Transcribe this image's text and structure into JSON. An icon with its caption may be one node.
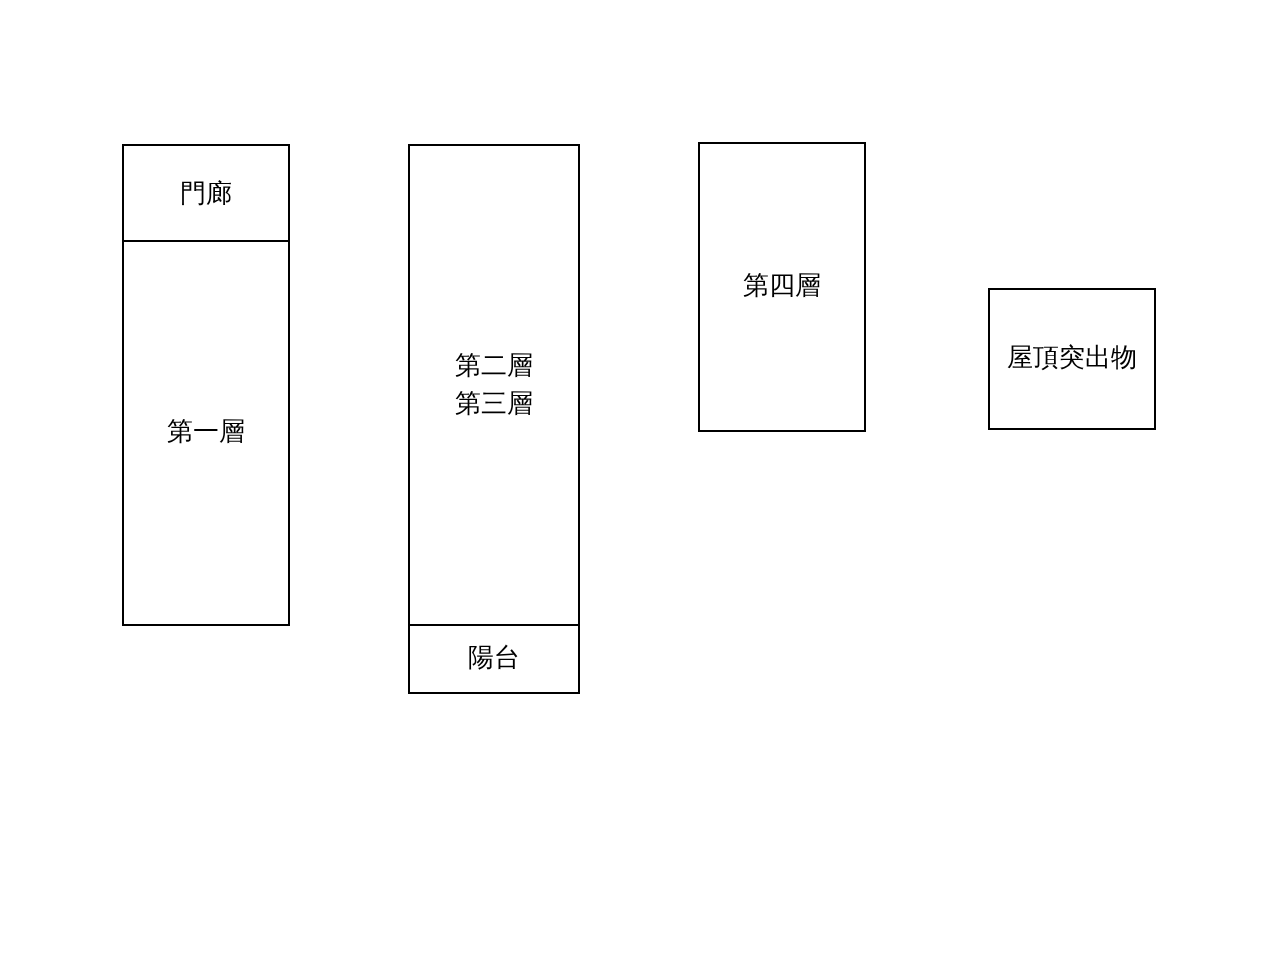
{
  "diagram": {
    "nodes": [
      {
        "text": [
          "門廊"
        ]
      },
      {
        "text": [
          "第一層"
        ]
      },
      {
        "text": [
          "第二層",
          "第三層"
        ]
      },
      {
        "text": [
          "陽台"
        ]
      },
      {
        "text": [
          "第四層"
        ]
      },
      {
        "text": [
          "屋頂突出物"
        ]
      }
    ]
  }
}
